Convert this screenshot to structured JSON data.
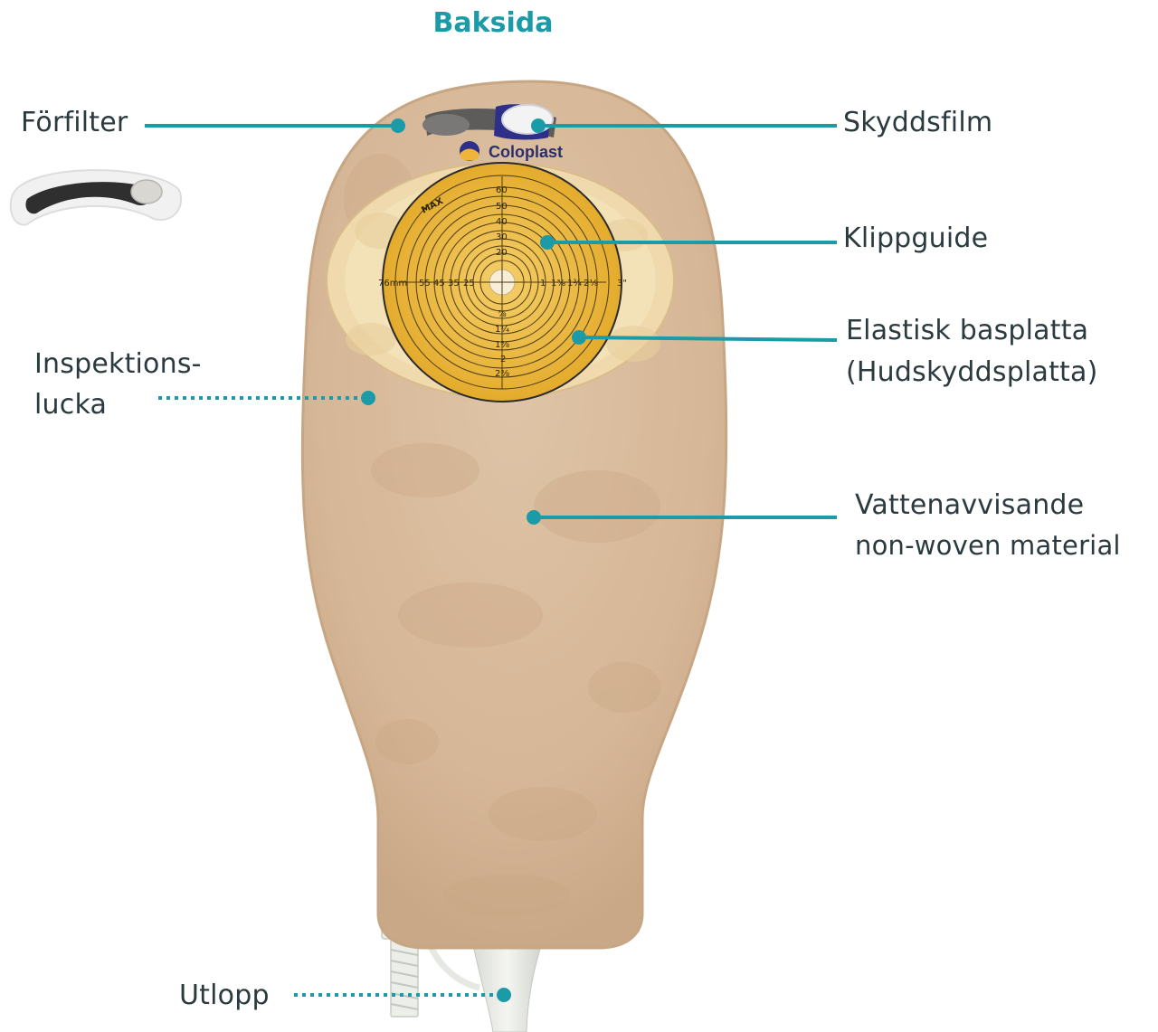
{
  "title": "Baksida",
  "brand": "Coloplast",
  "colors": {
    "accent": "#1b9aa8",
    "text": "#2b3a3e",
    "bag": "#d9bc9f",
    "wafer": "#f2dcae",
    "guide": "#e6ad2c"
  },
  "labels": {
    "forfilter": "Förfilter",
    "skyddsfilm": "Skyddsfilm",
    "klippguide": "Klippguide",
    "elastisk_1": "Elastisk basplatta",
    "elastisk_2": "(Hudskyddsplatta)",
    "inspektion_1": "Inspektions-",
    "inspektion_2": "lucka",
    "vatten_1": "Vattenavvisande",
    "vatten_2": "non-woven material",
    "utlopp": "Utlopp"
  },
  "scale": {
    "max": "MAX",
    "top": [
      "60",
      "50",
      "40",
      "30",
      "20"
    ],
    "left": [
      "76mm",
      "55",
      "45",
      "35",
      "25"
    ],
    "right": [
      "1",
      "1⅜",
      "1¾",
      "2⅛",
      "3\""
    ],
    "bottom": [
      "⅞",
      "1¼",
      "1⅝",
      "2",
      "2⅜"
    ]
  }
}
